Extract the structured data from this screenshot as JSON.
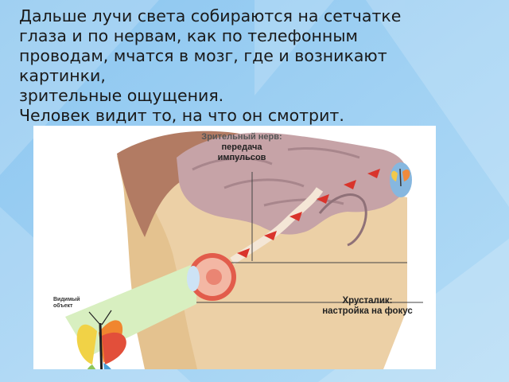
{
  "slide": {
    "text_lines": [
      "Дальше лучи света собираются на сетчатке",
      "глаза и по нервам, как по телефонным",
      "проводам, мчатся в мозг, где и возникают",
      "картинки,",
      "зрительные ощущения.",
      "Человек видит то, на что он смотрит."
    ]
  },
  "illustration": {
    "nerve_label": [
      "Зрительный нерв:",
      "передача",
      "импульсов"
    ],
    "lens_label": [
      "Хрусталик:",
      "настройка на фокус"
    ],
    "object_label": [
      "Видимый",
      "объект"
    ]
  },
  "colors": {
    "background": "#9fd0f3",
    "brain": "#c9a4a8",
    "face": "#e9c99c",
    "eye": "#e15a4a",
    "light_beam": "#d8efc0",
    "impulse_arrows": "#d9342b"
  }
}
